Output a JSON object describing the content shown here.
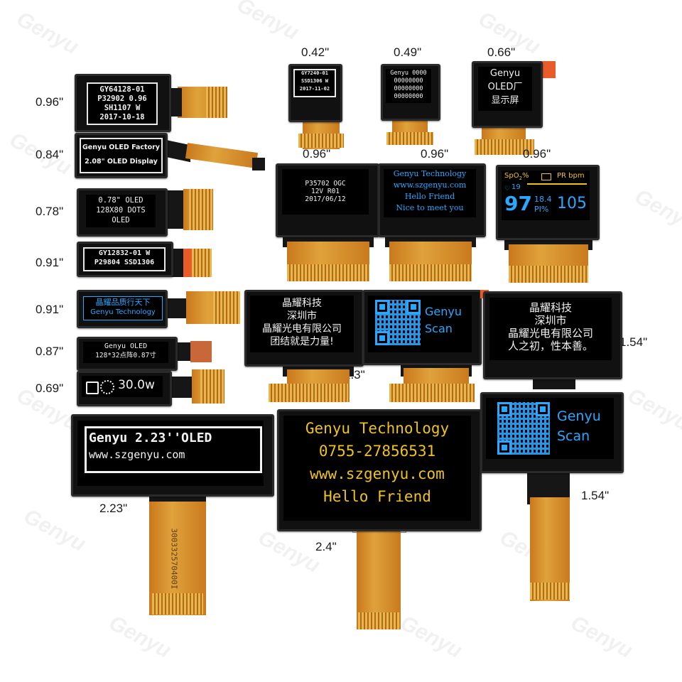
{
  "watermark": "Genyu",
  "modules": [
    {
      "id": "m096a",
      "size": "0.96\"",
      "lines": [
        "GY64128-01",
        "P32902   0.96",
        "SH1107   W",
        "2017-10-18"
      ]
    },
    {
      "id": "m084",
      "size": "0.84\"",
      "lines": [
        "Genyu OLED Factory",
        "2.08\" OLED Display"
      ]
    },
    {
      "id": "m078",
      "size": "0.78\"",
      "lines": [
        "0.78\" OLED",
        "128X80 DOTS",
        "OLED"
      ]
    },
    {
      "id": "m091a",
      "size": "0.91\"",
      "lines": [
        "GY12832-01  W",
        "P29804 SSD1306"
      ]
    },
    {
      "id": "m091b",
      "size": "0.91\"",
      "lines": [
        "晶耀品质行天下",
        "Genyu Technology"
      ]
    },
    {
      "id": "m087",
      "size": "0.87\"",
      "lines": [
        "Genyu OLED",
        "128*32点阵0.87寸"
      ]
    },
    {
      "id": "m069",
      "size": "0.69\"",
      "lines": [
        "30.0w"
      ]
    },
    {
      "id": "m223",
      "size": "2.23\"",
      "lines": [
        "Genyu 2.23''OLED",
        "www.szgenyu.com"
      ],
      "fpc_text": "300332570400I"
    },
    {
      "id": "m042",
      "size": "0.42\"",
      "lines": [
        "GY7240-01",
        "SSD1306 W",
        "2017-11-02"
      ]
    },
    {
      "id": "m049",
      "size": "0.49\"",
      "lines": [
        "Genyu 0000",
        "00000000",
        "00000000",
        "00000000"
      ]
    },
    {
      "id": "m066",
      "size": "0.66\"",
      "lines": [
        "Genyu",
        "OLED厂",
        "显示屏"
      ]
    },
    {
      "id": "m096b",
      "size": "0.96\"",
      "lines": [
        "P35702   OGC",
        "12V       R01",
        "2017/06/12"
      ]
    },
    {
      "id": "m096c",
      "size": "0.96\"",
      "lines": [
        "Genyu Technology",
        "www.szgenyu.com",
        "Hello Friend",
        "Nice to meet you"
      ]
    },
    {
      "id": "m096d",
      "size": "0.96\"",
      "lines": [
        "SpO",
        "2",
        "%",
        "PR bpm",
        "19",
        "97",
        "18.4",
        "PI%",
        "105"
      ]
    },
    {
      "id": "m13",
      "size": "1.3\"",
      "lines": [
        "晶耀科技",
        "深圳市",
        "晶耀光电有限公司",
        "团结就是力量!"
      ]
    },
    {
      "id": "m13q",
      "size": "",
      "lines": [
        "Genyu",
        "Scan"
      ]
    },
    {
      "id": "m154a",
      "size": "1.54\"",
      "lines": [
        "晶耀科技",
        "深圳市",
        "晶耀光电有限公司",
        "人之初，性本善。"
      ]
    },
    {
      "id": "m24",
      "size": "2.4\"",
      "lines": [
        "Genyu Technology",
        "0755-27856531",
        "www.szgenyu.com",
        "Hello Friend"
      ]
    },
    {
      "id": "m154b",
      "size": "1.54\"",
      "lines": [
        "Genyu",
        "Scan"
      ]
    }
  ],
  "colors": {
    "white_text": "#f2f2f2",
    "blue_text": "#2aa7ff",
    "yellow_text": "#f0c21c",
    "fpc": "#d89030"
  }
}
